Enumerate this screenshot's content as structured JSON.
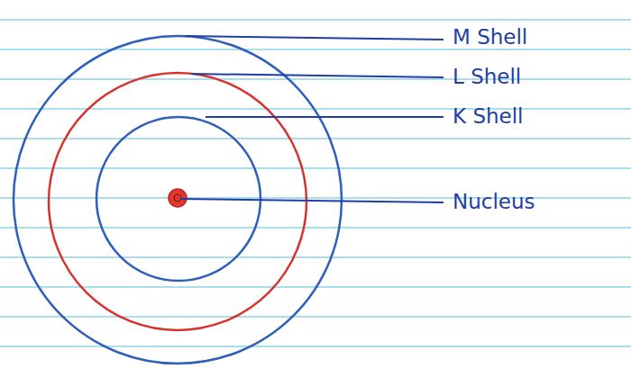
{
  "diagram": {
    "labels": [
      "M Shell",
      "L Shell",
      "K Shell",
      "Nucleus"
    ]
  }
}
